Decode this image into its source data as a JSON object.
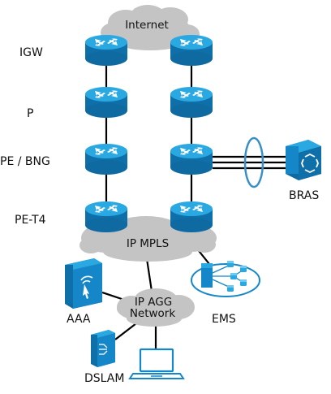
{
  "rows": {
    "igw": "IGW",
    "p": "P",
    "pe_bng": "PE / BNG",
    "pe_t4": "PE-T4"
  },
  "clouds": {
    "internet": "Internet",
    "ip_mpls": "IP MPLS",
    "ip_agg_line1": "IP AGG",
    "ip_agg_line2": "Network"
  },
  "devices": {
    "bras": "BRAS",
    "aaa": "AAA",
    "ems": "EMS",
    "dslam": "DSLAM"
  },
  "colors": {
    "router": "#1587c8",
    "router_top": "#2aa8e2",
    "cloud": "#c4c4c4",
    "link": "#000000",
    "bundle_ring": "#3a8fc8"
  },
  "icons": [
    "router-icon",
    "bras-icon",
    "aaa-server-icon",
    "ems-icon",
    "dslam-icon",
    "laptop-icon",
    "cloud-icon"
  ]
}
